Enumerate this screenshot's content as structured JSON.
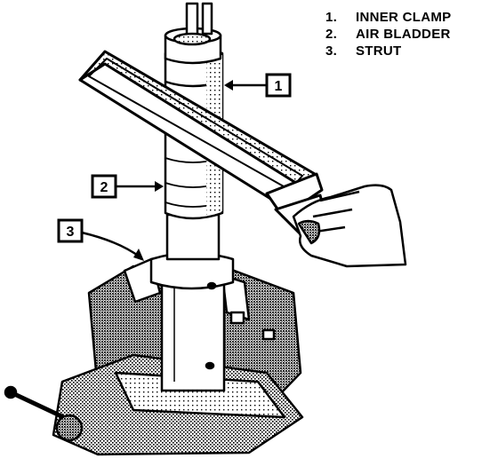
{
  "legend": [
    {
      "number": "1.",
      "label": "INNER CLAMP"
    },
    {
      "number": "2.",
      "label": "AIR BLADDER"
    },
    {
      "number": "3.",
      "label": "STRUT"
    }
  ],
  "callouts": {
    "one": "1",
    "two": "2",
    "three": "3"
  },
  "colors": {
    "ink": "#000000",
    "paper": "#ffffff",
    "shade": "#9a9a9a",
    "dark_shade": "#6e6e6e"
  }
}
